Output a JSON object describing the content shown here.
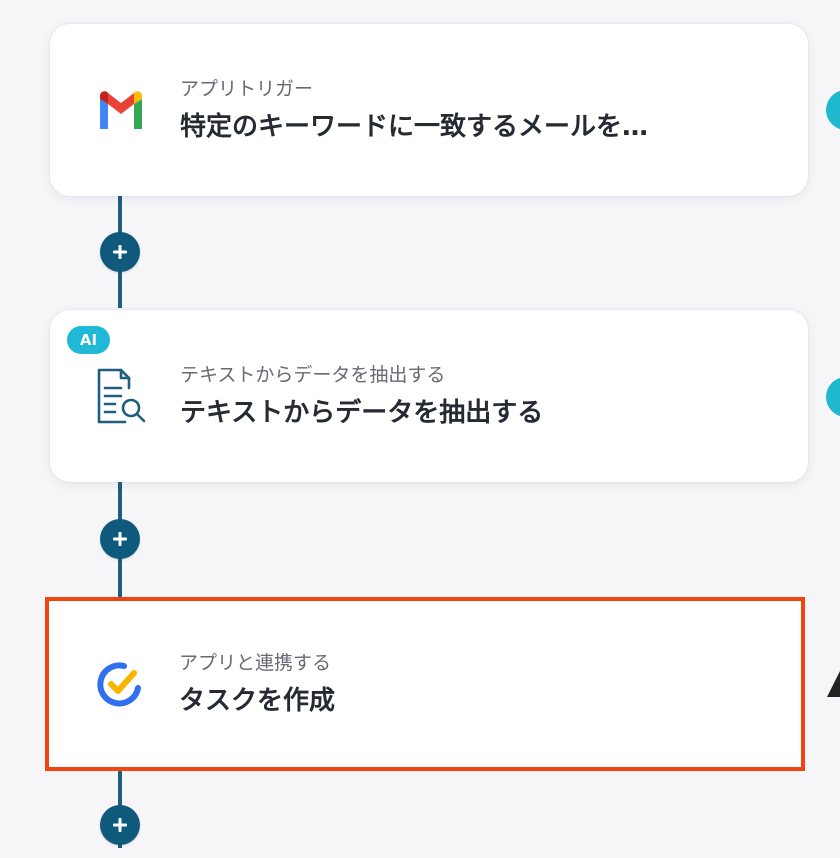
{
  "flow": {
    "steps": [
      {
        "subtitle": "アプリトリガー",
        "title": "特定のキーワードに一致するメールを…",
        "icon": "gmail-icon"
      },
      {
        "badge": "AI",
        "subtitle": "テキストからデータを抽出する",
        "title": "テキストからデータを抽出する",
        "icon": "document-search-icon"
      },
      {
        "subtitle": "アプリと連携する",
        "title": "タスクを作成",
        "icon": "todoist-check-icon",
        "selected": true
      }
    ]
  },
  "colors": {
    "background": "#f6f6f9",
    "connector": "#1f5e7f",
    "add_button": "#0f5a7c",
    "selected_border": "#f2440f",
    "ai_badge": "#1fb8d6",
    "side_status": "#1fb8cf"
  }
}
